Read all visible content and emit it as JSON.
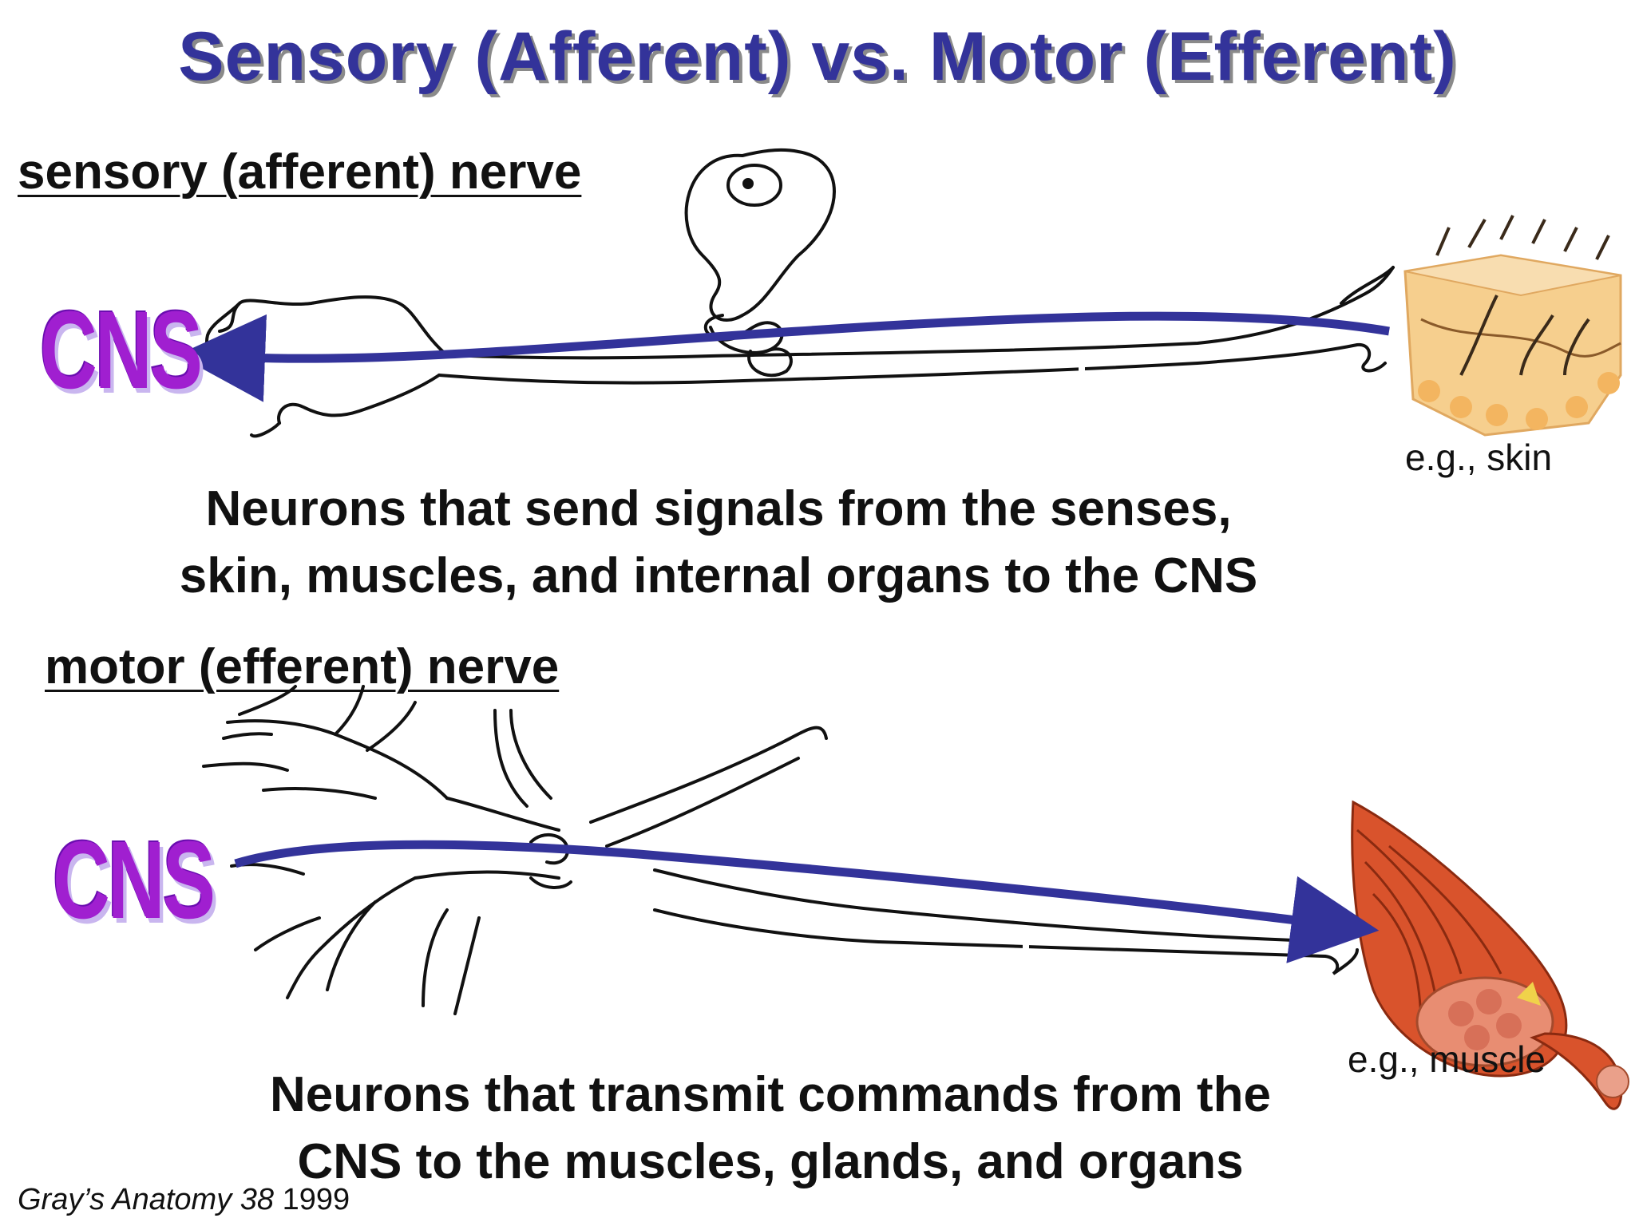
{
  "title": "Sensory (Afferent) vs. Motor (Efferent)",
  "sensory": {
    "heading": "sensory (afferent) nerve",
    "cns_label": "CNS",
    "description_line1": "Neurons that send signals from the senses,",
    "description_line2": "skin, muscles, and internal organs to the CNS",
    "example": "e.g., skin"
  },
  "motor": {
    "heading": "motor (efferent) nerve",
    "cns_label": "CNS",
    "description_line1": "Neurons that transmit commands from the",
    "description_line2": "CNS to the muscles, glands, and organs",
    "example": "e.g., muscle"
  },
  "citation": {
    "work": "Gray’s Anatomy 38",
    "year": " 1999"
  },
  "colors": {
    "title": "#33339a",
    "arrow": "#33339a",
    "cns": "#a01fd0",
    "skin": "#f3c27a",
    "muscle": "#c8401e"
  }
}
